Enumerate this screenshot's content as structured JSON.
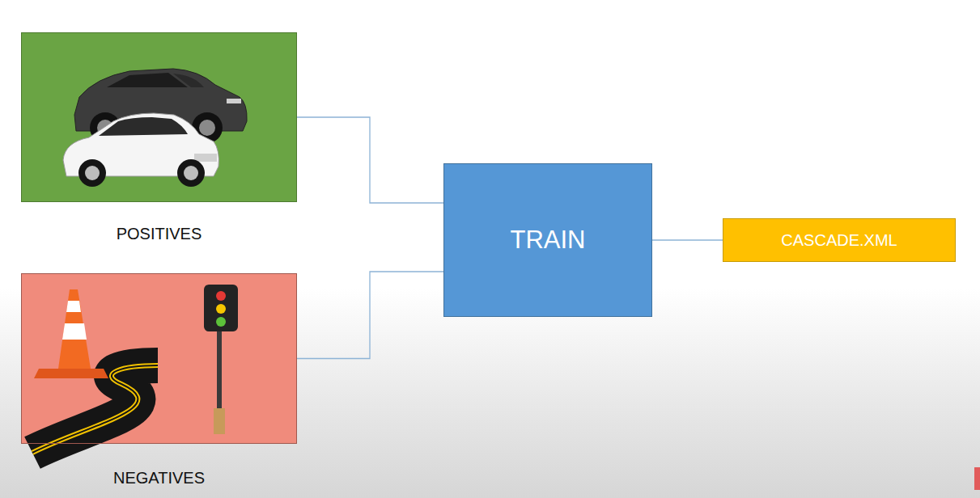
{
  "diagram": {
    "nodes": [
      {
        "text": [
          "POSITIVES"
        ]
      },
      {
        "text": [
          "NEGATIVES"
        ]
      },
      {
        "text": [
          "TRAIN"
        ]
      },
      {
        "text": [
          "CASCADE.XML"
        ]
      }
    ],
    "edges": [
      {
        "from": 0,
        "to": 2,
        "arrow": "none"
      },
      {
        "from": 1,
        "to": 2,
        "arrow": "none"
      },
      {
        "from": 2,
        "to": 3,
        "arrow": "none"
      }
    ]
  }
}
